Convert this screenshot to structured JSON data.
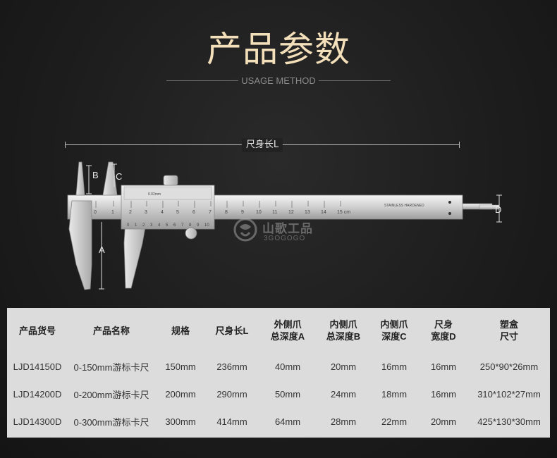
{
  "header": {
    "title": "产品参数",
    "subtitle": "USAGE METHOD"
  },
  "diagram": {
    "length_label": "尺身长L",
    "label_a": "A",
    "label_b": "B",
    "label_c": "C",
    "label_d": "D",
    "scale_numbers": [
      "0",
      "1",
      "2",
      "3",
      "4",
      "5",
      "6",
      "7",
      "8",
      "9",
      "10",
      "11",
      "12",
      "13",
      "14",
      "15 cm"
    ],
    "vernier_numbers": [
      "0",
      "1",
      "2",
      "3",
      "4",
      "5",
      "6",
      "7",
      "8",
      "9",
      "10"
    ],
    "vernier_precision": "0.02mm",
    "engraving": "STAINLESS HARDENED"
  },
  "watermark": {
    "brand": "山歌工品",
    "sub": "3GOGOGO"
  },
  "colors": {
    "title": "#f3dfb9",
    "background": "#1d1d1d",
    "table_panel": "#dcdcdc"
  },
  "spec_table": {
    "headers": [
      [
        "产品货号"
      ],
      [
        "产品名称"
      ],
      [
        "规格"
      ],
      [
        "尺身长L"
      ],
      [
        "外侧爪",
        "总深度A"
      ],
      [
        "内侧爪",
        "总深度B"
      ],
      [
        "内侧爪",
        "深度C"
      ],
      [
        "尺身",
        "宽度D"
      ],
      [
        "塑盒",
        "尺寸"
      ]
    ],
    "rows": [
      [
        "LJD14150D",
        "0-150mm游标卡尺",
        "150mm",
        "236mm",
        "40mm",
        "20mm",
        "16mm",
        "16mm",
        "250*90*26mm"
      ],
      [
        "LJD14200D",
        "0-200mm游标卡尺",
        "200mm",
        "290mm",
        "50mm",
        "24mm",
        "18mm",
        "16mm",
        "310*102*27mm"
      ],
      [
        "LJD14300D",
        "0-300mm游标卡尺",
        "300mm",
        "414mm",
        "64mm",
        "28mm",
        "22mm",
        "20mm",
        "425*130*30mm"
      ]
    ]
  }
}
